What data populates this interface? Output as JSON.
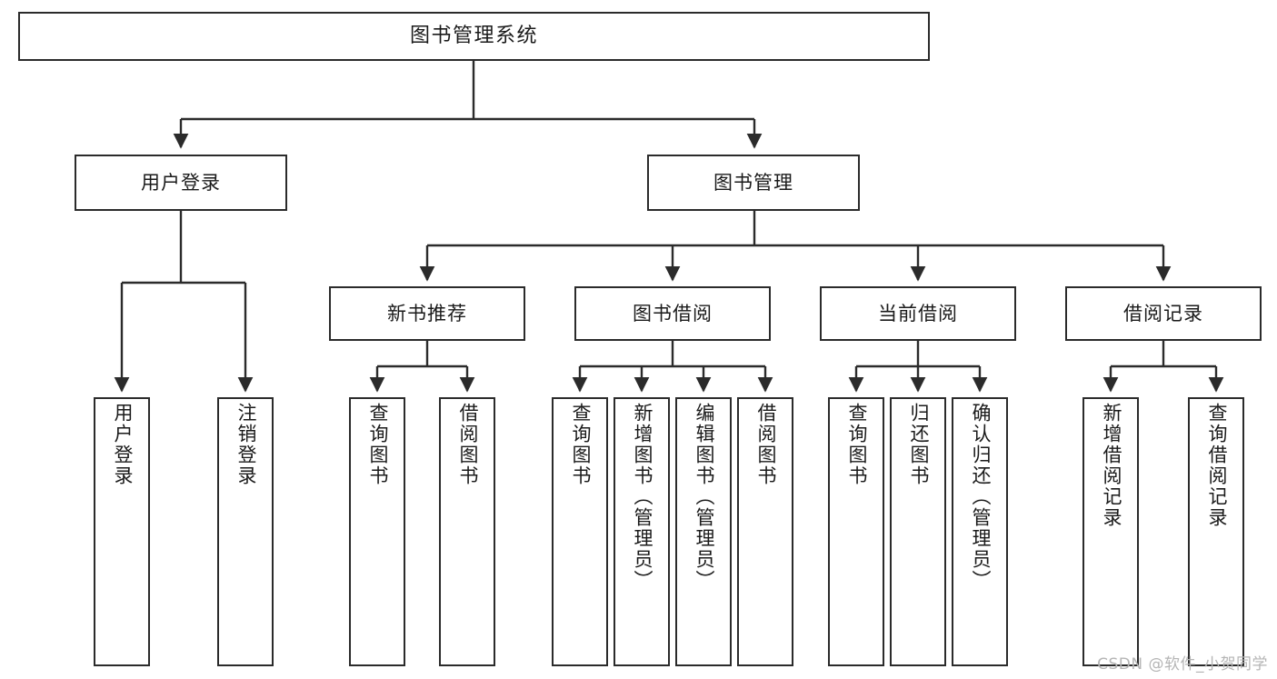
{
  "diagram": {
    "title": "图书管理系统",
    "type": "tree",
    "orientation": "top-down",
    "stroke_color": "#2b2b2b",
    "fill_color": "#ffffff",
    "text_color": "#1a1a1a"
  },
  "watermark": {
    "text": "CSDN @软件_小贺同学",
    "color": "#b5b5b5"
  },
  "nodes": {
    "root": {
      "label": "图书管理系统",
      "level": 1
    },
    "user_login": {
      "label": "用户登录",
      "level": 2
    },
    "book_manage": {
      "label": "图书管理",
      "level": 2
    },
    "new_book_rec": {
      "label": "新书推荐",
      "level": 3
    },
    "book_borrow": {
      "label": "图书借阅",
      "level": 3
    },
    "current_borrow": {
      "label": "当前借阅",
      "level": 3
    },
    "borrow_record": {
      "label": "借阅记录",
      "level": 3
    },
    "leaf_user_login": {
      "label": "用户登录",
      "level": 4
    },
    "leaf_logout": {
      "label": "注销登录",
      "level": 4
    },
    "leaf_query_book_1": {
      "label": "查询图书",
      "level": 4
    },
    "leaf_borrow_book_1": {
      "label": "借阅图书",
      "level": 4
    },
    "leaf_query_book_2": {
      "label": "查询图书",
      "level": 4
    },
    "leaf_add_book": {
      "label": "新增图书（管理员）",
      "level": 4
    },
    "leaf_edit_book": {
      "label": "编辑图书（管理员）",
      "level": 4
    },
    "leaf_borrow_book_2": {
      "label": "借阅图书",
      "level": 4
    },
    "leaf_query_book_3": {
      "label": "查询图书",
      "level": 4
    },
    "leaf_return_book": {
      "label": "归还图书",
      "level": 4
    },
    "leaf_confirm_return": {
      "label": "确认归还（管理员）",
      "level": 4
    },
    "leaf_add_record": {
      "label": "新增借阅记录",
      "level": 4
    },
    "leaf_query_record": {
      "label": "查询借阅记录",
      "level": 4
    }
  }
}
